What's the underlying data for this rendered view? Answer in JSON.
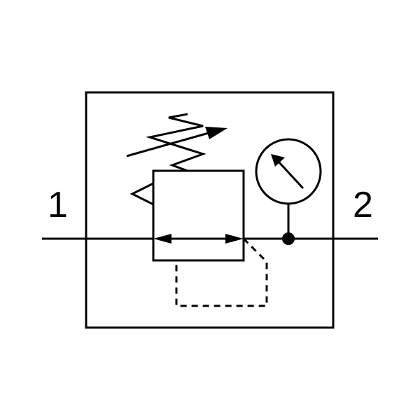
{
  "ports": {
    "inlet_label": "1",
    "outlet_label": "2"
  },
  "colors": {
    "stroke": "#000000",
    "background": "#ffffff"
  },
  "icons": {
    "regulator": "pressure-regulator-symbol",
    "spring": "adjustable-spring-icon",
    "gauge": "pressure-gauge-icon",
    "junction": "junction-dot-icon",
    "pilot": "pilot-line-icon",
    "relief": "relief-triangle-icon"
  }
}
